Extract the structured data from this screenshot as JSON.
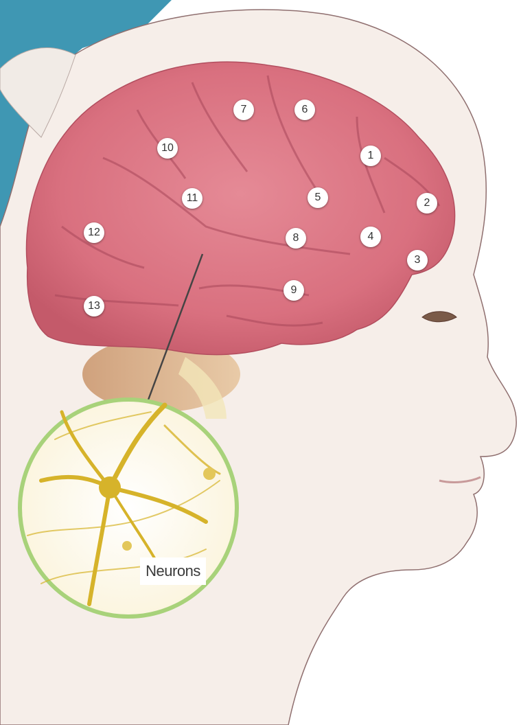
{
  "diagram": {
    "markers": [
      "1",
      "2",
      "3",
      "4",
      "5",
      "6",
      "7",
      "8",
      "9",
      "10",
      "11",
      "12",
      "13"
    ],
    "inset_label": "Neurons"
  },
  "colors": {
    "background_blue": "#3f97b3",
    "brain_pink": "#d9707f",
    "inset_ring_green": "#a8d27a",
    "neuron_gold": "#d6b32a"
  },
  "icons": [
    "brain-illustration",
    "head-silhouette",
    "neuron-icon"
  ]
}
